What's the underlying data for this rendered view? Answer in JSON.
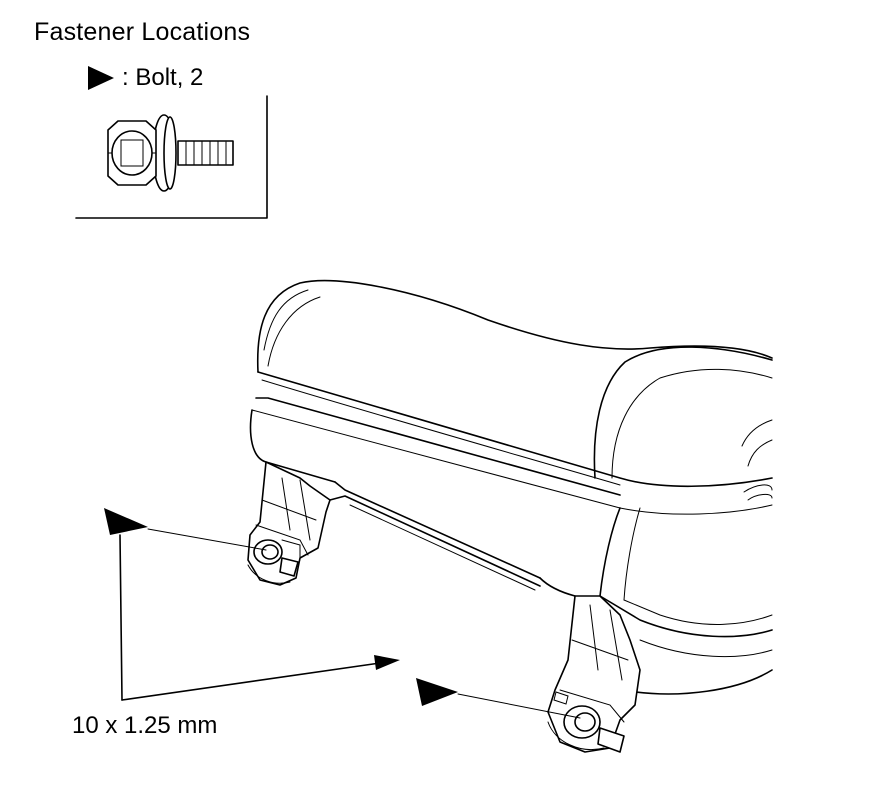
{
  "title": "Fastener Locations",
  "legend": {
    "symbol": "triangle-marker",
    "label": ": Bolt, 2"
  },
  "spec_label": "10 x 1.25 mm",
  "colors": {
    "line": "#000000",
    "background": "#ffffff"
  }
}
